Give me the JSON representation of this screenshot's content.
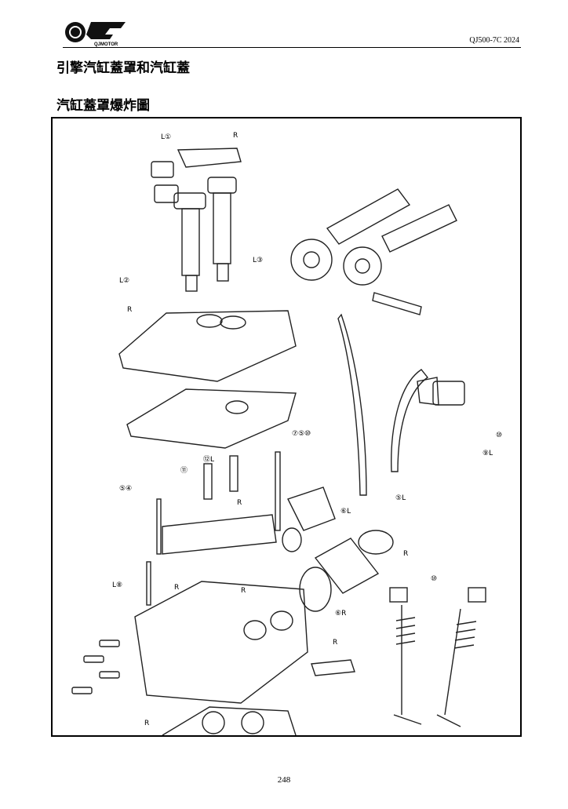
{
  "header": {
    "brand": "QJMOTOR",
    "doc_code": "QJ500-7C  2024"
  },
  "title": "引擎汽缸蓋罩和汽缸蓋",
  "subtitle": "汽缸蓋罩爆炸圖",
  "diagram": {
    "callouts": [
      "L①",
      "R",
      "L③",
      "L②",
      "R",
      "⑦⑤⑩",
      "⑫L",
      "⑪",
      "R",
      "⑤④",
      "⑥L",
      "⑤L",
      "R",
      "L⑧",
      "R",
      "R",
      "⑥R",
      "R",
      "⑩",
      "⑨L",
      "⑩",
      "R"
    ]
  },
  "page_number": "248"
}
